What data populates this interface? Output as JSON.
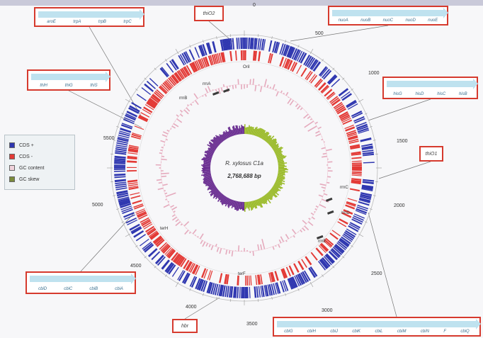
{
  "center": {
    "title": "R. xylosus C1a",
    "length": "2,768,688 bp"
  },
  "colors": {
    "cds_plus": "#2f37b0",
    "cds_minus": "#e33a36",
    "gc_content": "#e5aabd",
    "gc_skew_pos": "#9bbb2b",
    "gc_skew_neg": "#6a2e91",
    "callout_border": "#d63a2e"
  },
  "legend": [
    {
      "label": "CDS +",
      "color": "#2f37b0"
    },
    {
      "label": "CDS -",
      "color": "#e33a36"
    },
    {
      "label": "GC content",
      "color": "#f1d3dc"
    },
    {
      "label": "GC skew",
      "color": "#7a8a3a"
    }
  ],
  "position_labels": [
    "0",
    "500",
    "1000",
    "1500",
    "2000",
    "2500",
    "3000",
    "3500",
    "4000",
    "4500",
    "5000",
    "5500"
  ],
  "inner_labels": [
    "OriI",
    "rrnA",
    "rrnB",
    "rrnC",
    "rrnD",
    "rrnE",
    "terF",
    "terH"
  ],
  "callouts": {
    "top_left": [
      "aroE",
      "trpA",
      "trpB",
      "trpC"
    ],
    "top_center": "thiO2",
    "top_right": [
      "nuoA",
      "nuoB",
      "nuoC",
      "nuoD",
      "nuoE"
    ],
    "mid_left": [
      "thiH",
      "thiG",
      "thiS"
    ],
    "right_upper": [
      "hisG",
      "hisD",
      "hisC",
      "hisB"
    ],
    "right_mid": "thiO1",
    "bottom_left": [
      "cbiD",
      "cbiC",
      "cbiB",
      "cbiA"
    ],
    "bottom_center": "hbr",
    "bottom_right": [
      "cbiG",
      "cbiH",
      "cbiJ",
      "cbiK",
      "cbiL",
      "cbiM",
      "cbiN",
      "F",
      "cbiQ"
    ]
  }
}
